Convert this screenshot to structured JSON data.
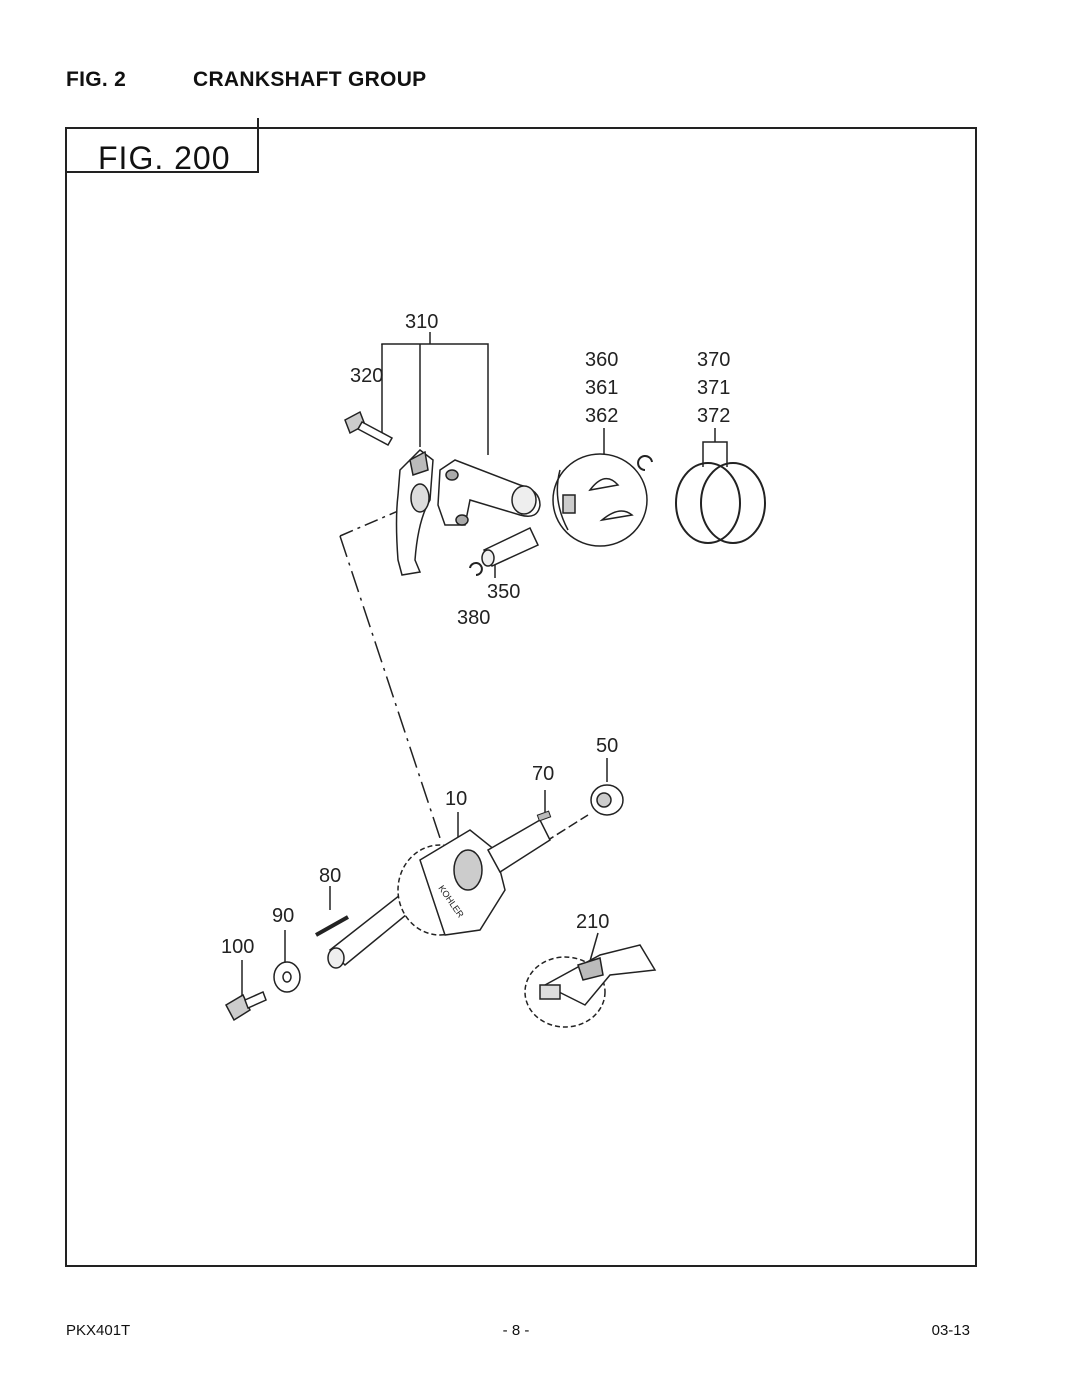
{
  "header": {
    "fig_number": "FIG. 2",
    "title": "CRANKSHAFT GROUP"
  },
  "figure": {
    "label": "FIG. 200"
  },
  "callouts": {
    "c310": "310",
    "c320": "320",
    "c360": "360",
    "c361": "361",
    "c362": "362",
    "c370": "370",
    "c371": "371",
    "c372": "372",
    "c350": "350",
    "c380": "380",
    "c50": "50",
    "c70": "70",
    "c10": "10",
    "c80": "80",
    "c90": "90",
    "c100": "100",
    "c210": "210"
  },
  "footer": {
    "model": "PKX401T",
    "page": "- 8 -",
    "date": "03-13"
  }
}
